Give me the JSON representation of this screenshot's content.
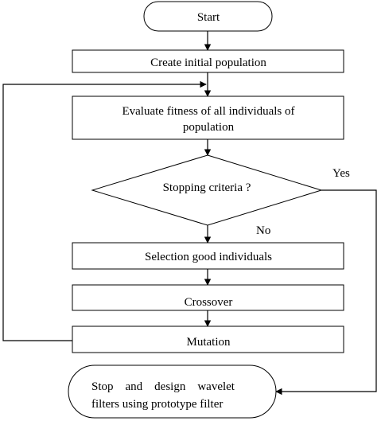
{
  "flowchart": {
    "start": "Start",
    "create": "Create initial population",
    "evaluate_line1": "Evaluate fitness of all individuals of",
    "evaluate_line2": "population",
    "decision": "Stopping criteria ?",
    "yes": "Yes",
    "no": "No",
    "selection": "Selection good individuals",
    "crossover": "Crossover",
    "mutation": "Mutation",
    "stop_line1": "Stop    and    design    wavelet",
    "stop_line2": "filters using prototype filter"
  }
}
